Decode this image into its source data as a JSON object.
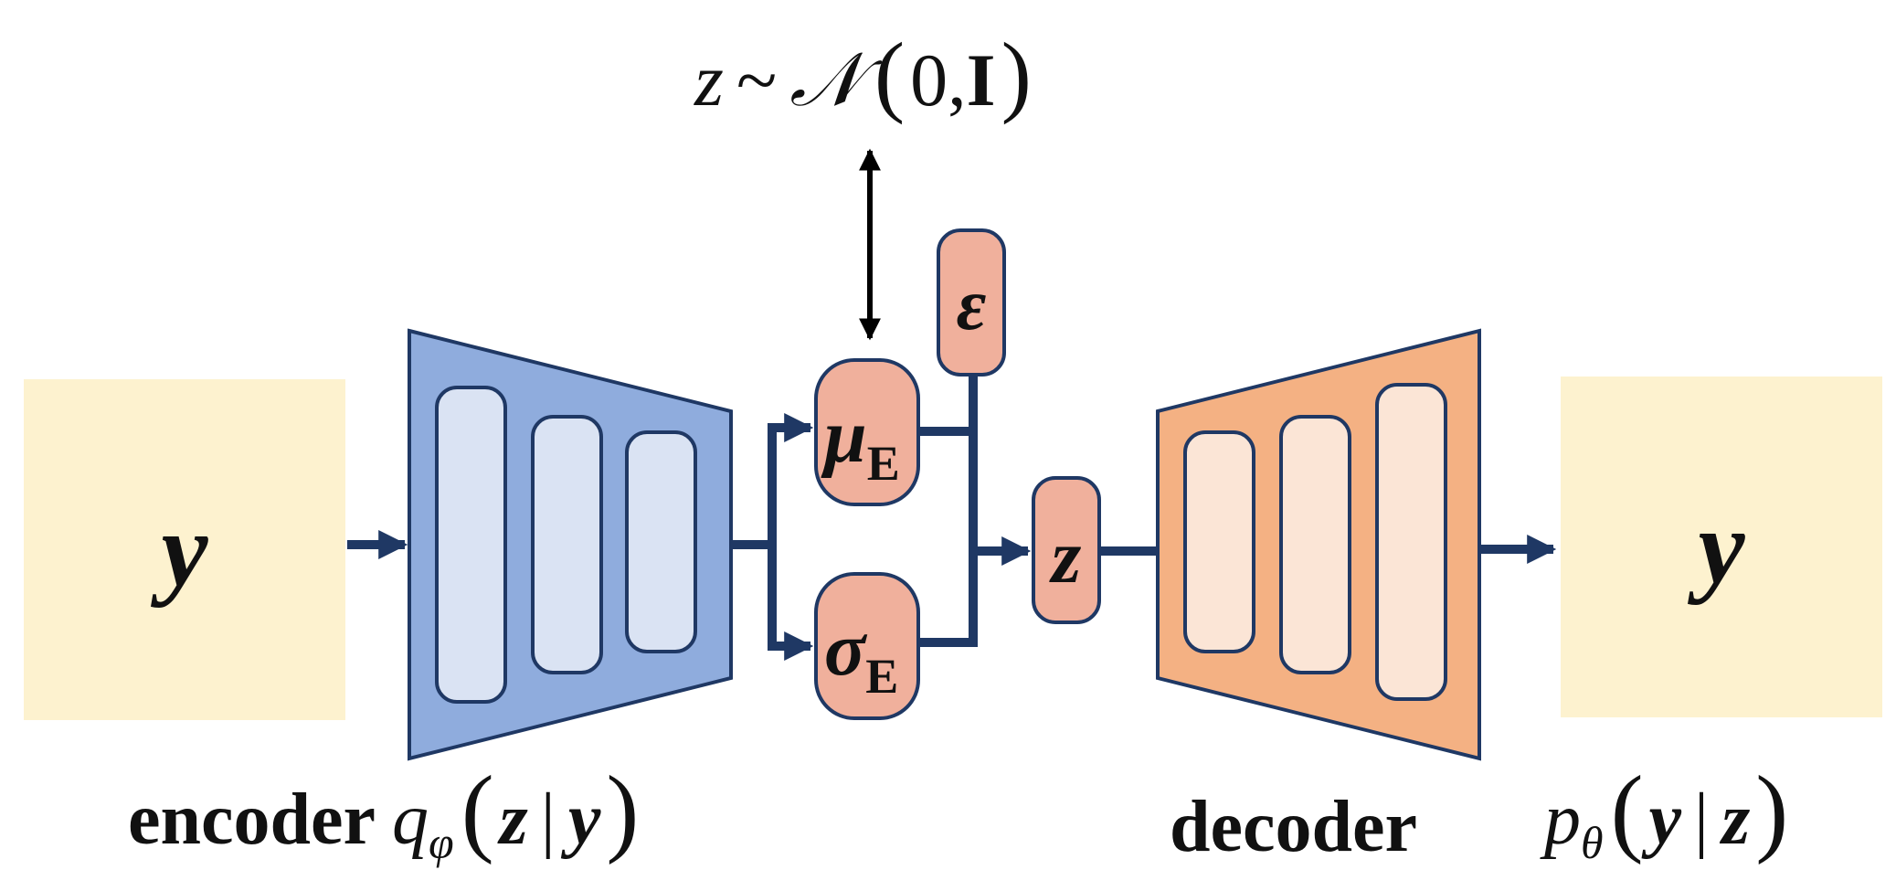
{
  "colors": {
    "input_box": "#fdf2cf",
    "encoder_fill": "#8facdd",
    "decoder_fill": "#f4b183",
    "layer_light_blue": "#dae3f3",
    "layer_light_orange": "#fbe5d6",
    "node_fill": "#f0b09c",
    "stroke": "#1f3864",
    "arrow": "#1f3864",
    "prior_arrow": "#000000"
  },
  "prior": {
    "lhs": "z",
    "tilde": "~",
    "dist": "𝒩",
    "open": "(",
    "args": "0,",
    "identity": "I",
    "close": ")"
  },
  "input_label": "y",
  "output_label": "y",
  "nodes": {
    "mu": {
      "symbol": "μ",
      "subscript": "E"
    },
    "sigma": {
      "symbol": "σ",
      "subscript": "E"
    },
    "epsilon": {
      "symbol": "ε"
    },
    "z": {
      "symbol": "z"
    }
  },
  "encoder_caption": {
    "word": "encoder",
    "q": "q",
    "sub": "φ",
    "open": "(",
    "z": "z",
    "bar": "|",
    "y": "y",
    "close": ")"
  },
  "decoder_caption": {
    "word": "decoder",
    "p": "p",
    "sub": "θ",
    "open": "(",
    "y": "y",
    "bar": "|",
    "z": "z",
    "close": ")"
  }
}
